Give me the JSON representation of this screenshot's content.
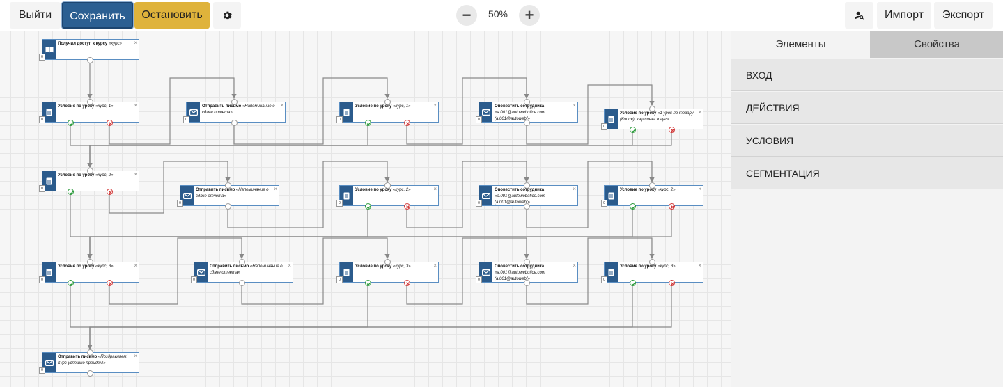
{
  "toolbar": {
    "exit": "Выйти",
    "save": "Сохранить",
    "stop": "Остановить",
    "zoom": "50%",
    "import": "Импорт",
    "export": "Экспорт"
  },
  "panel": {
    "tabs": [
      "Элементы",
      "Свойства"
    ],
    "categories": [
      "ВХОД",
      "ДЕЙСТВИЯ",
      "УСЛОВИЯ",
      "СЕГМЕНТАЦИЯ"
    ]
  },
  "nodes": [
    {
      "id": "start",
      "kind": "entry",
      "title": "Получил доступ к курсу",
      "detail": "«курс»",
      "count": "0"
    },
    {
      "id": "c11",
      "kind": "condition",
      "title": "Условие по уроку",
      "detail": "«курс, 1»",
      "count": "0"
    },
    {
      "id": "m11",
      "kind": "email",
      "title": "Отправить письмо",
      "detail": "«Напоминание о сдаче отчета»",
      "count": "0"
    },
    {
      "id": "c12",
      "kind": "condition",
      "title": "Условие по уроку",
      "detail": "«курс, 1»",
      "count": "0"
    },
    {
      "id": "n11",
      "kind": "email",
      "title": "Оповестить сотрудника",
      "detail": "«a.001@autowebofice.com (a.001@autowebf»",
      "count": "0"
    },
    {
      "id": "c13",
      "kind": "condition",
      "title": "Условие по уроку",
      "detail": "«1 урок по товару (Копия), картинка в гуг»",
      "count": "0"
    },
    {
      "id": "c21",
      "kind": "condition",
      "title": "Условие по уроку",
      "detail": "«курс, 2»",
      "count": "0"
    },
    {
      "id": "m21",
      "kind": "email",
      "title": "Отправить письмо",
      "detail": "«Напоминание о сдаче отчета»",
      "count": "0"
    },
    {
      "id": "c22",
      "kind": "condition",
      "title": "Условие по уроку",
      "detail": "«курс, 2»",
      "count": "0"
    },
    {
      "id": "n21",
      "kind": "email",
      "title": "Оповестить сотрудника",
      "detail": "«a.001@autowebofice.com (a.001@autowebf»",
      "count": "0"
    },
    {
      "id": "c23",
      "kind": "condition",
      "title": "Условие по уроку",
      "detail": "«курс, 2»",
      "count": "0"
    },
    {
      "id": "c31",
      "kind": "condition",
      "title": "Условие по уроку",
      "detail": "«курс, 3»",
      "count": "0"
    },
    {
      "id": "m31",
      "kind": "email",
      "title": "Отправить письмо",
      "detail": "«Напоминание о сдаче отчета»",
      "count": "0"
    },
    {
      "id": "c32",
      "kind": "condition",
      "title": "Условие по уроку",
      "detail": "«курс, 3»",
      "count": "0"
    },
    {
      "id": "n31",
      "kind": "email",
      "title": "Оповестить сотрудника",
      "detail": "«a.001@autowebofice.com (a.001@autowebf»",
      "count": "0"
    },
    {
      "id": "c33",
      "kind": "condition",
      "title": "Условие по уроку",
      "detail": "«курс, 3»",
      "count": "0"
    },
    {
      "id": "final",
      "kind": "email",
      "title": "Отправить письмо",
      "detail": "«Поздравляем! Курс успешно пройден!»",
      "count": "0"
    }
  ],
  "links": [
    [
      "start",
      "c11",
      "out"
    ],
    [
      "c11",
      "c21",
      "yes"
    ],
    [
      "c11",
      "m11",
      "no"
    ],
    [
      "m11",
      "c12",
      "out"
    ],
    [
      "c12",
      "c21",
      "yes"
    ],
    [
      "c12",
      "n11",
      "no"
    ],
    [
      "n11",
      "c13",
      "out"
    ],
    [
      "c13",
      "c21",
      "yes"
    ],
    [
      "c13",
      "c21",
      "no"
    ],
    [
      "c21",
      "c31",
      "yes"
    ],
    [
      "c21",
      "m21",
      "no"
    ],
    [
      "m21",
      "c22",
      "out"
    ],
    [
      "c22",
      "c31",
      "yes"
    ],
    [
      "c22",
      "n21",
      "no"
    ],
    [
      "n21",
      "c23",
      "out"
    ],
    [
      "c23",
      "c31",
      "yes"
    ],
    [
      "c23",
      "c31",
      "no"
    ],
    [
      "c31",
      "final",
      "yes"
    ],
    [
      "c31",
      "m31",
      "no"
    ],
    [
      "m31",
      "c32",
      "out"
    ],
    [
      "c32",
      "final",
      "yes"
    ],
    [
      "c32",
      "n31",
      "no"
    ],
    [
      "n31",
      "c33",
      "out"
    ],
    [
      "c33",
      "final",
      "yes"
    ],
    [
      "c33",
      "final",
      "no"
    ]
  ]
}
